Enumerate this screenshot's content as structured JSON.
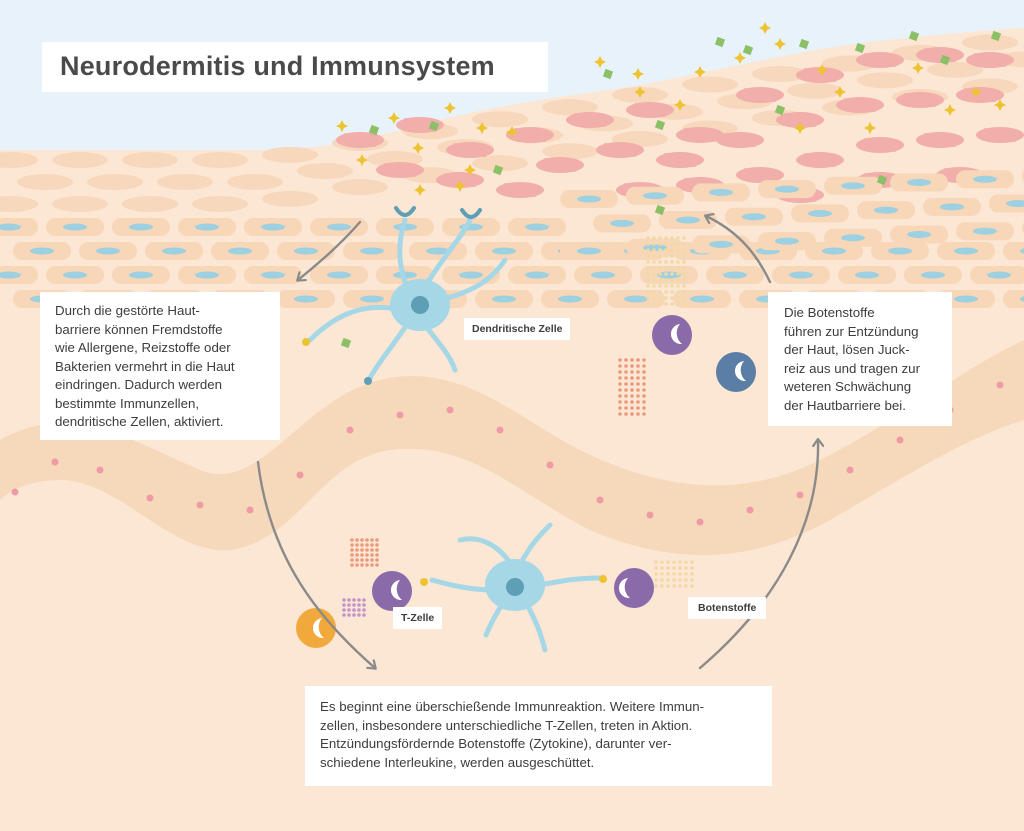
{
  "title": "Neurodermitis und Immunsystem",
  "texts": {
    "intro": [
      "Durch die gestörte Haut-",
      "barriere können Fremdstoffe",
      "wie Allergene, Reizstoffe oder",
      "Bakterien vermehrt in die Haut",
      "eindringen. Dadurch werden",
      "bestimmte Immunzellen,",
      "dendritische Zellen, aktiviert."
    ],
    "reaction": [
      "Es beginnt eine überschießende Immunreaktion. Weitere Immun-",
      "zellen, insbesondere unterschiedliche T-Zellen, treten in Aktion.",
      "Entzündungsfördernde Botenstoffe (Zytokine), darunter ver-",
      "schiedene Interleukine, werden ausgeschüttet."
    ],
    "effect": [
      "Die Botenstoffe",
      "führen zur Entzündung",
      "der Haut, lösen Juck-",
      "reiz aus und tragen zur",
      "weteren Schwächung",
      "der Hautbarriere bei."
    ]
  },
  "labels": {
    "dendritic_cell": "Dendritische Zelle",
    "t_cell": "T-Zelle",
    "messengers": "Botenstoffe"
  },
  "colors": {
    "sky": "#e8f2fb",
    "skin_background": "#fdeede",
    "horny_layer_cell": "#f8d8bd",
    "inflamed_cell": "#f1aeaa",
    "spinous_cell": "#f8d8bd",
    "cell_nucleus": "#9dd0e0",
    "basal_cell": "#f6ddc1",
    "basal_nucleus": "#ef9ba7",
    "dendritic_cell": "#a6d7e6",
    "t_cell": "#8a6aa8",
    "other_immune_cell": "#5b7ea6",
    "yellow_cell": "#f0a93a",
    "allergen_star": "#eec331",
    "allergen_square": "#8cc067",
    "arrow": "#888888"
  }
}
